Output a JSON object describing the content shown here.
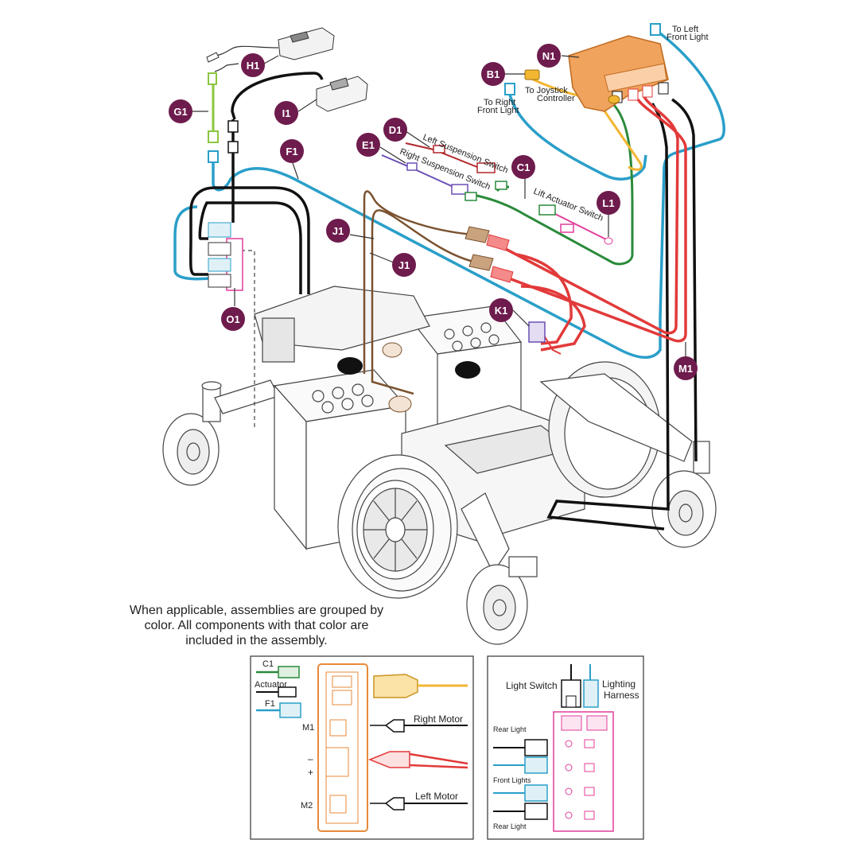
{
  "callouts": {
    "n1": "N1",
    "b1": "B1",
    "h1": "H1",
    "i1": "I1",
    "g1": "G1",
    "d1": "D1",
    "e1": "E1",
    "f1": "F1",
    "c1": "C1",
    "l1": "L1",
    "j1a": "J1",
    "j1b": "J1",
    "k1": "K1",
    "o1": "O1",
    "m1": "M1"
  },
  "labels": {
    "to_left_front_light_1": "To Left",
    "to_left_front_light_2": "Front Light",
    "to_joystick_1": "To Joystick",
    "to_joystick_2": "Controller",
    "to_right_front_light_1": "To Right",
    "to_right_front_light_2": "Front Light",
    "left_suspension_switch": "Left Suspension Switch",
    "right_suspension_switch": "Right Suspension Switch",
    "lift_actuator_switch": "Lift Actuator Switch"
  },
  "caption": "When applicable, assemblies are grouped by color. All components with that color are included in the assembly.",
  "inset_controller": {
    "c1": "C1",
    "actuator": "Actuator",
    "f1": "F1",
    "m1": "M1",
    "minus": "–",
    "plus": "+",
    "m2": "M2",
    "right_motor": "Right Motor",
    "left_motor": "Left Motor"
  },
  "inset_lighting": {
    "light_switch": "Light Switch",
    "lighting_harness_1": "Lighting",
    "lighting_harness_2": "Harness",
    "rear_light_top": "Rear Light",
    "front_lights": "Front Lights",
    "rear_light_bottom": "Rear Light"
  },
  "colors": {
    "callout": "#6e1b4d",
    "blue": "#2a9fc9",
    "orange": "#e8893a",
    "yellow": "#f2b632",
    "green": "#2a8a3a",
    "red": "#e23a3a",
    "brown": "#7a5230",
    "magenta": "#e23c9a",
    "purple": "#6a4fb3",
    "lightgreen": "#8cc63f",
    "black": "#111111"
  }
}
